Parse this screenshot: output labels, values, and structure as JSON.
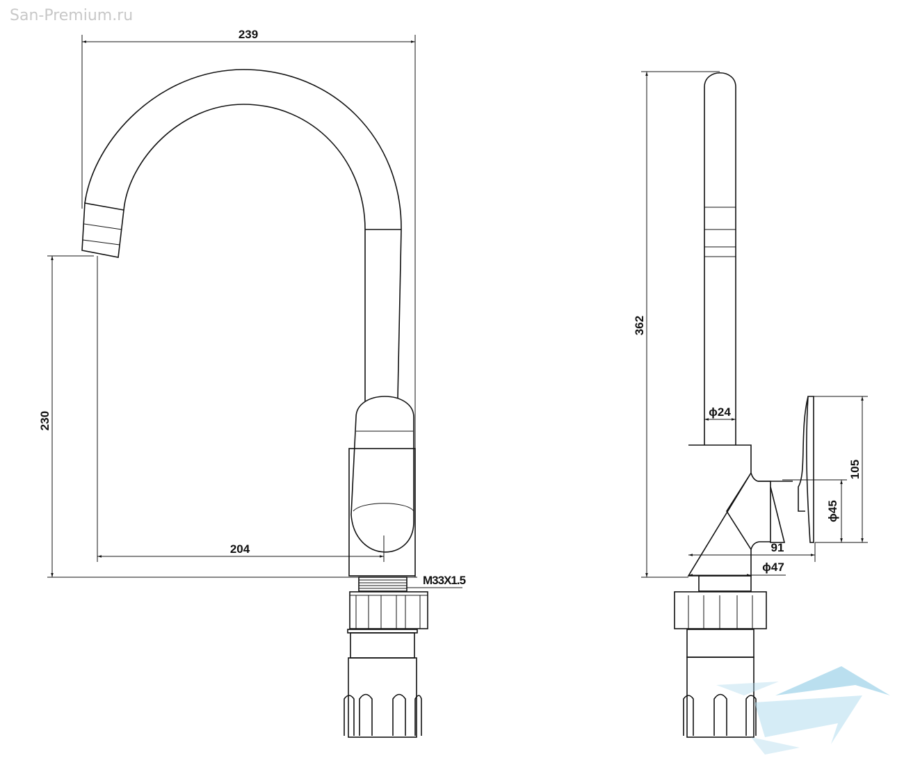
{
  "watermark": "San-Premium.ru",
  "front_view": {
    "width_label": "239",
    "spout_height_label": "230",
    "reach_label": "204",
    "thread_label": "M33X1.5"
  },
  "side_view": {
    "total_height_label": "362",
    "pipe_diameter_label": "ϕ24",
    "handle_height_label": "105",
    "handle_diameter_label": "ϕ45",
    "depth_label": "91",
    "base_diameter_label": "ϕ47"
  },
  "colors": {
    "line": "#111111",
    "logo": "#a9d8ec",
    "watermark": "#c8c8c8"
  }
}
